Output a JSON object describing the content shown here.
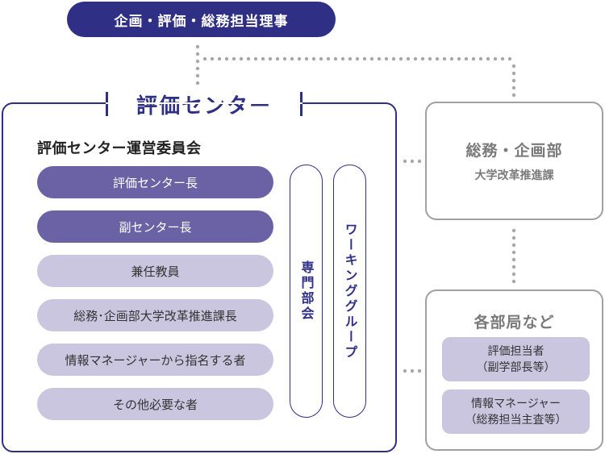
{
  "top": {
    "label": "企画・評価・総務担当理事"
  },
  "center": {
    "title": "評価センター",
    "committee_title": "評価センター運営委員会",
    "members": [
      "評価センター長",
      "副センター長",
      "兼任教員",
      "総務･企画部大学改革推進課長",
      "情報マネージャーから指名する者",
      "その他必要な者"
    ],
    "side_groups": [
      "専門部会",
      "ワーキンググループ"
    ]
  },
  "dept": {
    "title": "総務・企画部",
    "subtitle": "大学改革推進課"
  },
  "faculties": {
    "title": "各部局など",
    "items": [
      {
        "line1": "評価担当者",
        "line2": "（副学部長等）"
      },
      {
        "line1": "情報マネージャー",
        "line2": "（総務担当主査等）"
      }
    ]
  },
  "colors": {
    "navy": "#2e2f85",
    "purple": "#6b62a6",
    "lavender": "#cac6e0",
    "gray": "#a0a0a0"
  }
}
